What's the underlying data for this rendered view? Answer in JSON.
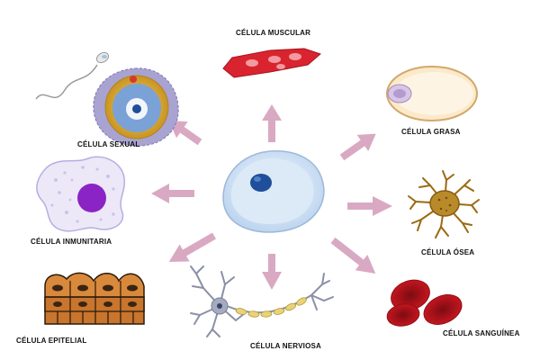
{
  "labels": {
    "muscular": "CÉLULA MUSCULAR",
    "sexual": "CÉLULA SEXUAL",
    "grasa": "CÉLULA GRASA",
    "inmunitaria": "CÉLULA INMUNITARIA",
    "osea": "CÉLULA ÓSEA",
    "epitelial": "CÉLULA EPITELIAL",
    "nerviosa": "CÉLULA NERVIOSA",
    "sanguinea": "CÉLULA SANGUÍNEA"
  },
  "colors": {
    "arrow": "#d9a9c3",
    "stem_membrane": "#cfe0f2",
    "stem_nucleus": "#1f4f9a",
    "muscle": "#d9242f",
    "fat_fill": "#fbe9c9",
    "fat_nucleus": "#d8c6e6",
    "egg_zone": "#d4a72c",
    "egg_corona": "#a9a3d1",
    "immune_nucleus": "#8b24c4",
    "bone": "#9a6a12",
    "epithelial": "#c8752e",
    "nerve": "#9aa0b3",
    "myelin": "#e8d37a",
    "blood": "#b5121b"
  }
}
